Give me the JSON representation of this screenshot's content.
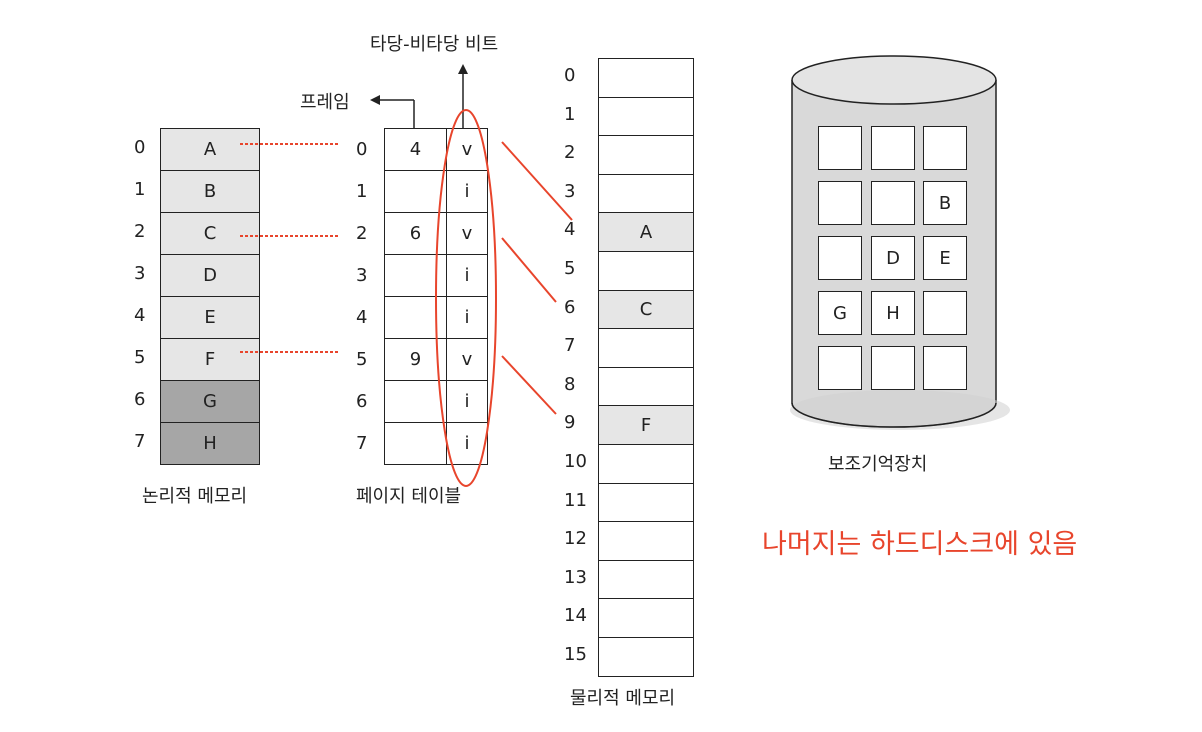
{
  "labels": {
    "valid_invalid_bit": "타당-비타당 비트",
    "frame": "프레임",
    "logical_memory": "논리적 메모리",
    "page_table": "페이지 테이블",
    "physical_memory": "물리적 메모리",
    "secondary_storage": "보조기억장치",
    "note": "나머지는 하드디스크에 있음"
  },
  "logical_memory": [
    {
      "index": "0",
      "page": "A",
      "state": "resident"
    },
    {
      "index": "1",
      "page": "B",
      "state": "resident"
    },
    {
      "index": "2",
      "page": "C",
      "state": "resident"
    },
    {
      "index": "3",
      "page": "D",
      "state": "resident"
    },
    {
      "index": "4",
      "page": "E",
      "state": "resident"
    },
    {
      "index": "5",
      "page": "F",
      "state": "resident"
    },
    {
      "index": "6",
      "page": "G",
      "state": "dark"
    },
    {
      "index": "7",
      "page": "H",
      "state": "dark"
    }
  ],
  "page_table": [
    {
      "index": "0",
      "frame": "4",
      "bit": "v"
    },
    {
      "index": "1",
      "frame": "",
      "bit": "i"
    },
    {
      "index": "2",
      "frame": "6",
      "bit": "v"
    },
    {
      "index": "3",
      "frame": "",
      "bit": "i"
    },
    {
      "index": "4",
      "frame": "",
      "bit": "i"
    },
    {
      "index": "5",
      "frame": "9",
      "bit": "v"
    },
    {
      "index": "6",
      "frame": "",
      "bit": "i"
    },
    {
      "index": "7",
      "frame": "",
      "bit": "i"
    }
  ],
  "physical_memory": [
    {
      "index": "0",
      "content": ""
    },
    {
      "index": "1",
      "content": ""
    },
    {
      "index": "2",
      "content": ""
    },
    {
      "index": "3",
      "content": ""
    },
    {
      "index": "4",
      "content": "A"
    },
    {
      "index": "5",
      "content": ""
    },
    {
      "index": "6",
      "content": "C"
    },
    {
      "index": "7",
      "content": ""
    },
    {
      "index": "8",
      "content": ""
    },
    {
      "index": "9",
      "content": "F"
    },
    {
      "index": "10",
      "content": ""
    },
    {
      "index": "11",
      "content": ""
    },
    {
      "index": "12",
      "content": ""
    },
    {
      "index": "13",
      "content": ""
    },
    {
      "index": "14",
      "content": ""
    },
    {
      "index": "15",
      "content": ""
    }
  ],
  "disk_grid": [
    [
      "",
      "",
      ""
    ],
    [
      "",
      "",
      "B"
    ],
    [
      "",
      "D",
      "E"
    ],
    [
      "G",
      "H",
      ""
    ],
    [
      "",
      "",
      ""
    ]
  ],
  "colors": {
    "cell_light": "#e6e6e6",
    "cell_dark": "#a6a6a6",
    "accent_red": "#e8452c",
    "cylinder_fill": "#d9d9d9",
    "line": "#222222"
  }
}
